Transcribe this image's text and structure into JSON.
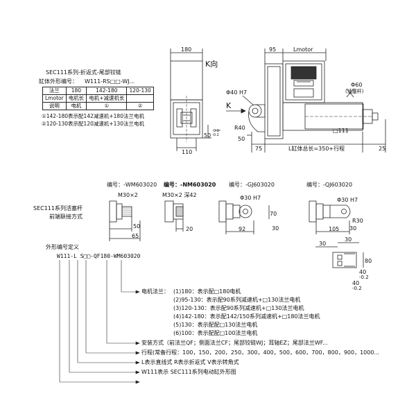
{
  "header": {
    "title": "SEC111系列-折返式-尾部铰链",
    "code_label": "缸体外形编号：",
    "code_value": "W111-RS□□-WJ..."
  },
  "spec_table": {
    "rows": [
      [
        "法兰",
        "180",
        "142-180",
        "120-130"
      ],
      [
        "Lmotor",
        "电机长",
        "电机+减速机长",
        ""
      ],
      [
        "说明",
        "电机",
        "①",
        "②"
      ]
    ],
    "notes": [
      "①142-180表示配142减速机+180法兰电机",
      "②120-130表示配120减速机+130法兰电机"
    ]
  },
  "top_left_view": {
    "label_k": "K向",
    "dim_width": "180",
    "dim_110": "110",
    "dim_50": "50",
    "dim_tol": "-0.1\n-0.2"
  },
  "top_right_view": {
    "dim_95": "95",
    "dim_lmotor": "Lmotor",
    "dim_phi60": "Φ60",
    "piston_label": "(活塞杆)",
    "dim_phi40": "Φ40 H7",
    "label_k": "K",
    "dim_r40": "R40",
    "dim_111": "□111",
    "dim_75": "75",
    "dim_body": "L缸体总长=350+行程",
    "dim_25": "25",
    "dim_50b": "50"
  },
  "rod_ends": {
    "section_title": "SEC111系列活塞杆",
    "section_subtitle": "前端联接方式",
    "items": [
      {
        "code": "编号：-WM603020",
        "dim1": "M30×2",
        "dim2": "50",
        "dim3": "65",
        "dim4": ""
      },
      {
        "code": "编号：-NM603020",
        "dim1": "M30×2  深42",
        "dim2": "20",
        "dim3": "",
        "dim4": ""
      },
      {
        "code": "编号：-GJ603020",
        "dim1": "Φ30 H7",
        "dim2": "70",
        "dim3": "92",
        "dim4": "30"
      },
      {
        "code": "编号：-QJ603020",
        "dim1": "Φ30 H7",
        "dim2": "R30",
        "dim3": "105",
        "dim4": "30"
      }
    ]
  },
  "clevis_detail": {
    "dim_30a": "30",
    "dim_30b": "30",
    "dim_80": "80",
    "dim_40a": "40",
    "dim_40b": "40",
    "dim_tol1": "-0.2",
    "dim_tol2": "-0.2"
  },
  "code_definition": {
    "title": "外形编号定义",
    "code": "W111-L S□□-QF180-WM603020",
    "flange_title": "电机法兰：",
    "flange_items": [
      "(1)180：表示配□180电机",
      "(2)95-130：表示配90系列减速机+□130法兰电机",
      "(3)120-130：表示配90系列减速机+□130法兰电机",
      "(4)142-180：表示配142/150系列减速机+□180法兰电机",
      "(5)130：表示配配□130法兰电机",
      "(6)100：表示配配□100法兰电机"
    ],
    "mount": "安装方式（前法兰QF；侧面法兰CF；尾部铰链WJ；耳轴EZ；尾部法兰WF...",
    "stroke": "行程(常备行程：100，150，200，250，300，400，500，600，700，800，900，1000...",
    "type": "L表示直线式  R表示折返式  V表示转角式",
    "series": "W111表示  SEC111系列电动缸外形图"
  }
}
